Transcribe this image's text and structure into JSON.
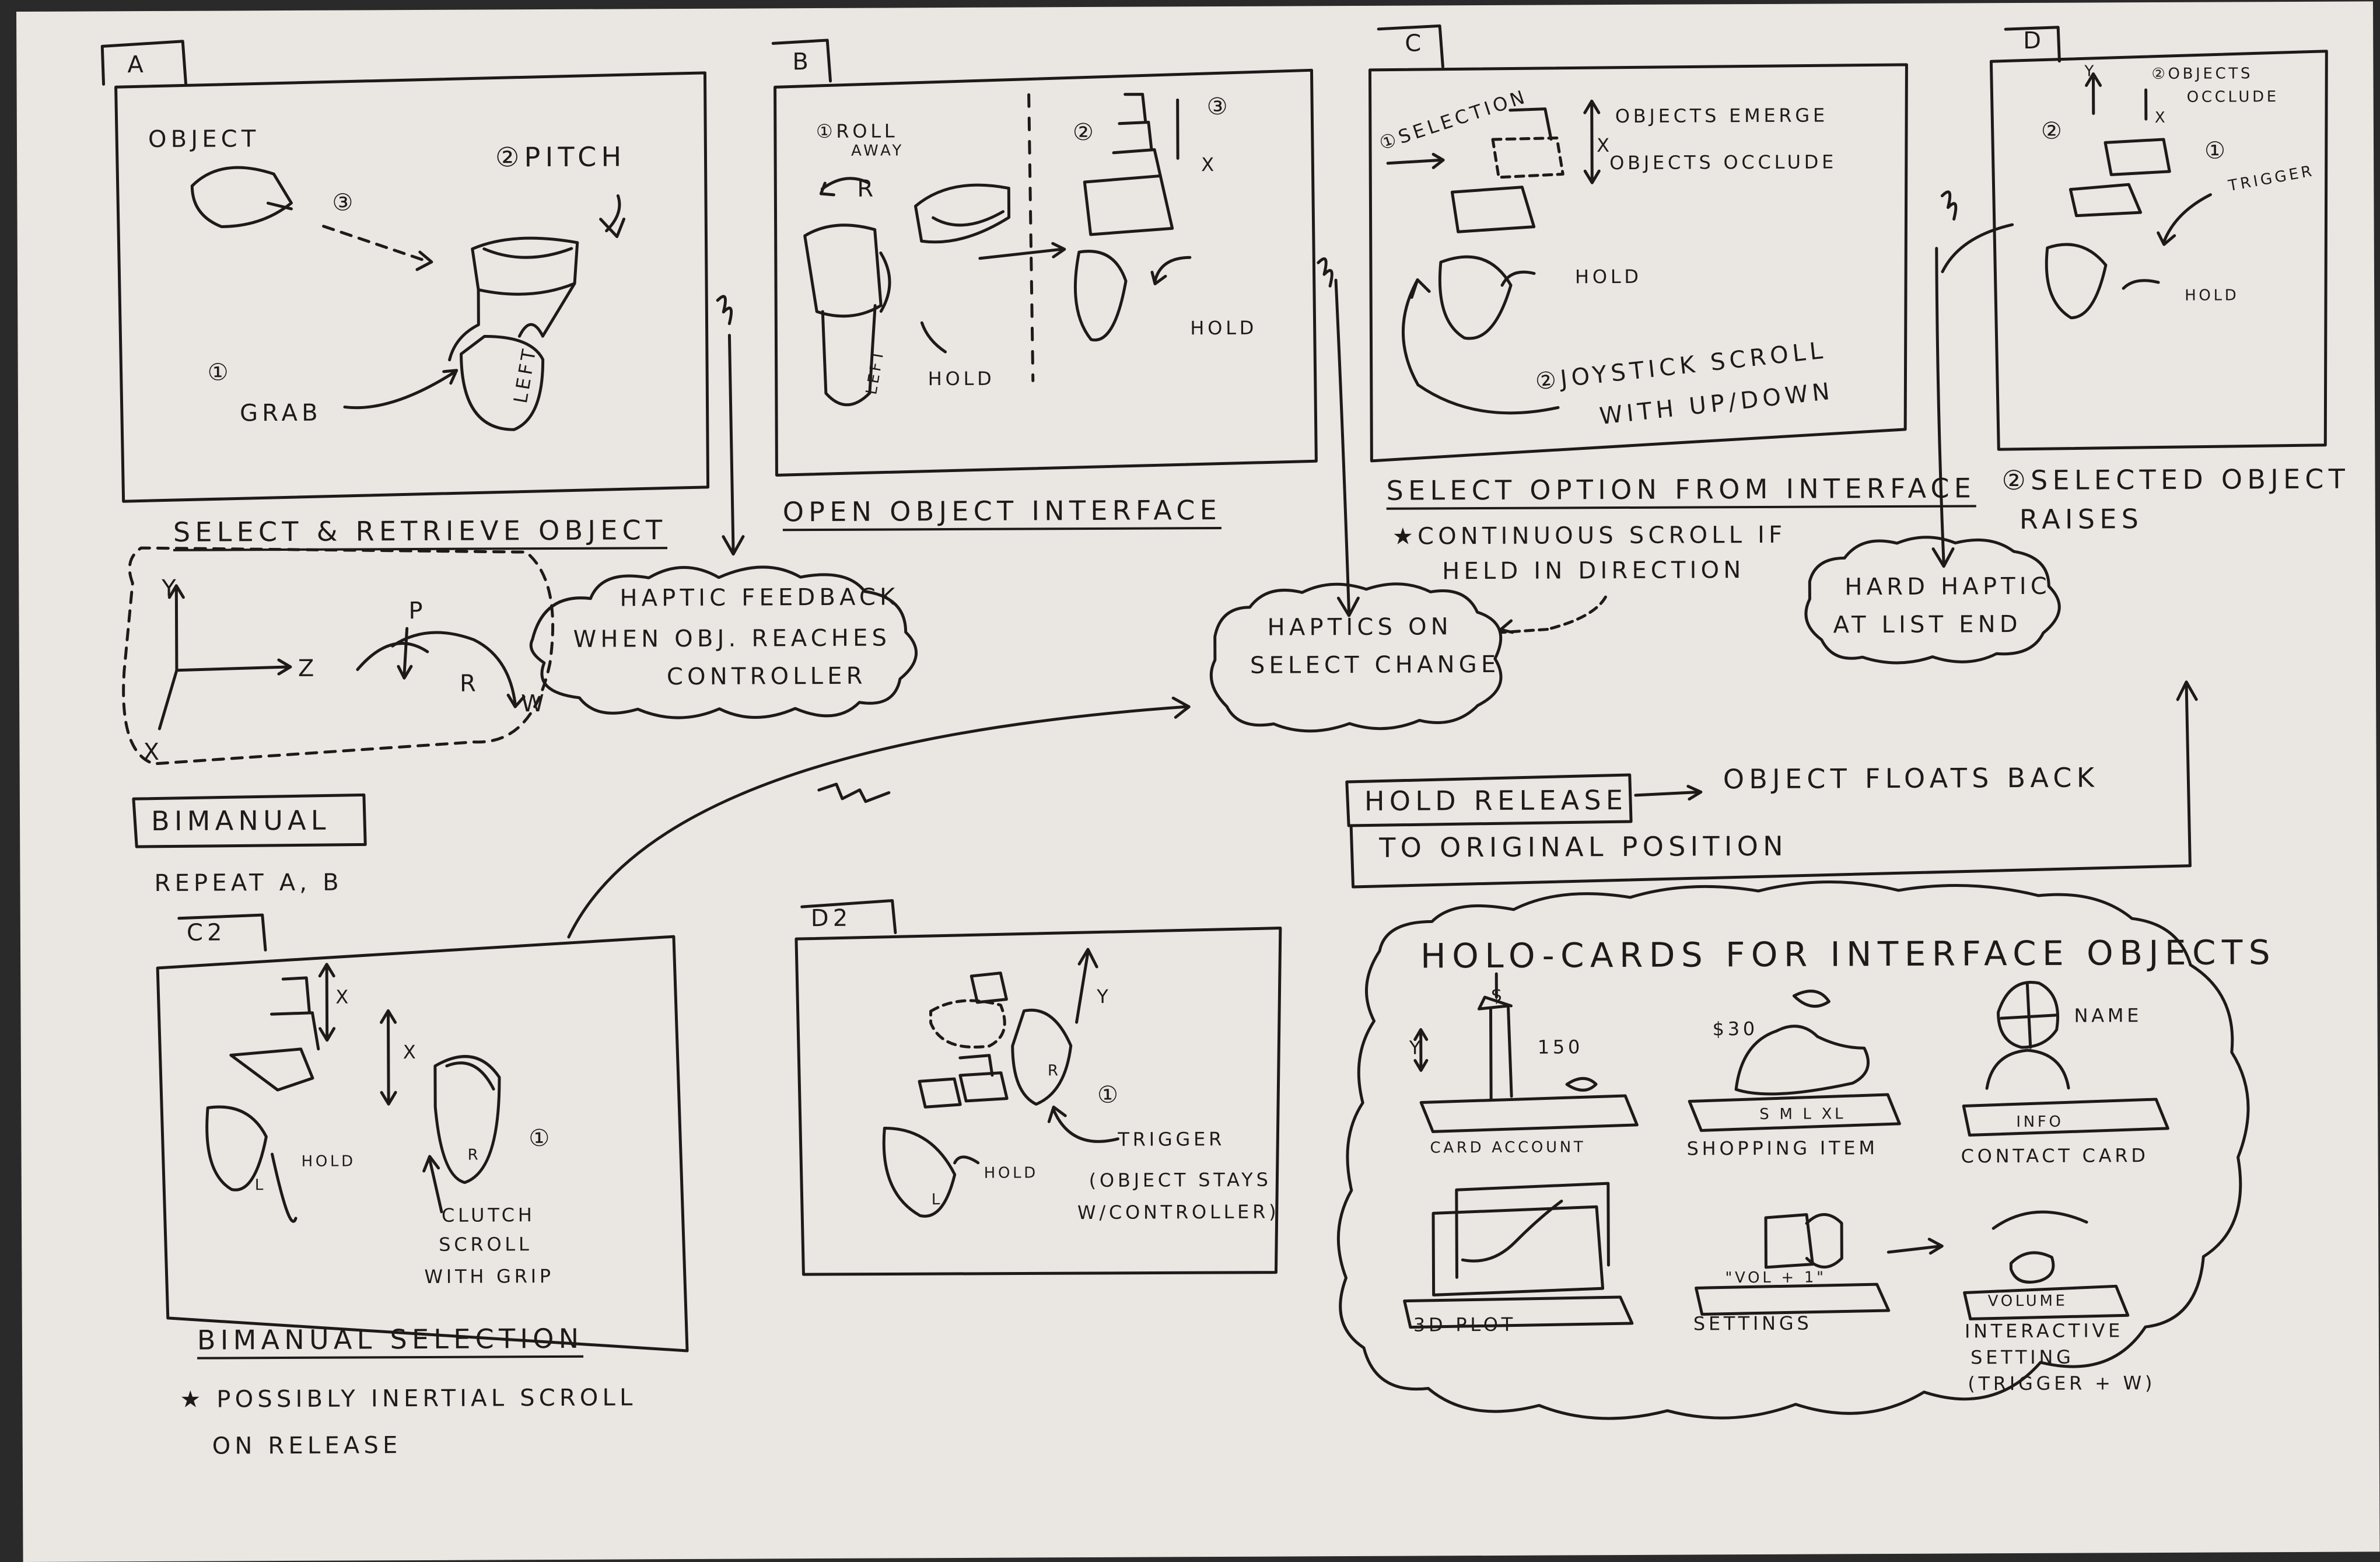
{
  "panels": {
    "A": {
      "tag": "A",
      "caption": "SELECT & RETRIEVE OBJECT",
      "labels": {
        "object": "OBJECT",
        "pitch": "②PITCH",
        "step3": "③",
        "step1": "①",
        "grab": "GRAB",
        "left": "LEFT"
      }
    },
    "B": {
      "tag": "B",
      "caption": "OPEN OBJECT INTERFACE",
      "labels": {
        "roll": "①ROLL",
        "away": "AWAY",
        "r": "R",
        "step2": "②",
        "step3": "③",
        "x": "X",
        "hold1": "HOLD",
        "hold2": "HOLD",
        "left": "LEFT"
      }
    },
    "C": {
      "tag": "C",
      "caption": "SELECT OPTION FROM INTERFACE",
      "labels": {
        "selection": "①SELECTION",
        "emerge": "OBJECTS EMERGE",
        "occlude": "OBJECTS OCCLUDE",
        "x": "X",
        "hold": "HOLD",
        "joystick": "②JOYSTICK SCROLL",
        "updown": "WITH UP/DOWN"
      },
      "footnote_line1": "★CONTINUOUS SCROLL IF",
      "footnote_line2": "HELD IN DIRECTION"
    },
    "D": {
      "tag": "D",
      "caption_line1": "②SELECTED OBJECT",
      "caption_line2": "RAISES",
      "labels": {
        "y": "Y",
        "x": "X",
        "occlude1": "②OBJECTS",
        "occlude2": "OCCLUDE",
        "step2": "②",
        "step1": "①",
        "trigger": "TRIGGER",
        "hold": "HOLD"
      }
    },
    "C2": {
      "tag": "C2",
      "caption": "BIMANUAL SELECTION",
      "labels": {
        "x1": "X",
        "x2": "X",
        "hold": "HOLD",
        "r": "R",
        "l": "L",
        "step1": "①",
        "clutch1": "CLUTCH",
        "clutch2": "SCROLL",
        "clutch3": "WITH GRIP"
      },
      "footnote_line1": "★ POSSIBLY INERTIAL SCROLL",
      "footnote_line2": "ON RELEASE"
    },
    "D2": {
      "tag": "D2",
      "labels": {
        "y": "Y",
        "r": "R",
        "l": "L",
        "hold": "HOLD",
        "step1": "①",
        "trigger": "TRIGGER",
        "stays1": "(OBJECT STAYS",
        "stays2": "W/CONTROLLER)"
      }
    }
  },
  "axes_legend": {
    "y": "Y",
    "z": "Z",
    "x": "X",
    "p": "P",
    "r": "R",
    "w": "W"
  },
  "bimanual": {
    "title": "BIMANUAL",
    "subtitle": "REPEAT A, B"
  },
  "clouds": {
    "haptic_feedback": [
      "HAPTIC FEEDBACK",
      "WHEN OBJ. REACHES",
      "CONTROLLER"
    ],
    "haptics_select": [
      "HAPTICS ON",
      "SELECT CHANGE"
    ],
    "hard_haptic": [
      "HARD HAPTIC",
      "AT LIST END"
    ]
  },
  "hold_release": {
    "box": "HOLD RELEASE",
    "line1": "OBJECT FLOATS BACK",
    "line2": "TO ORIGINAL POSITION"
  },
  "holo_cards": {
    "title": "HOLO-CARDS FOR INTERFACE OBJECTS",
    "cards": [
      {
        "label": "CARD ACCOUNT",
        "note": "150",
        "extra": "$",
        "axis": "Y"
      },
      {
        "label": "SHOPPING ITEM",
        "note": "$30",
        "extra": "S M L XL"
      },
      {
        "label": "CONTACT CARD",
        "note": "NAME",
        "extra": "INFO"
      },
      {
        "label": "3D PLOT"
      },
      {
        "label": "SETTINGS",
        "extra": "\"VOL + 1\""
      },
      {
        "label": "VOLUME"
      }
    ],
    "interactive": [
      "INTERACTIVE",
      "SETTING",
      "(TRIGGER + W)"
    ]
  },
  "colors": {
    "paper": "#eae6e1",
    "ink": "#1d1a1a",
    "background": "#2b2a2a"
  }
}
